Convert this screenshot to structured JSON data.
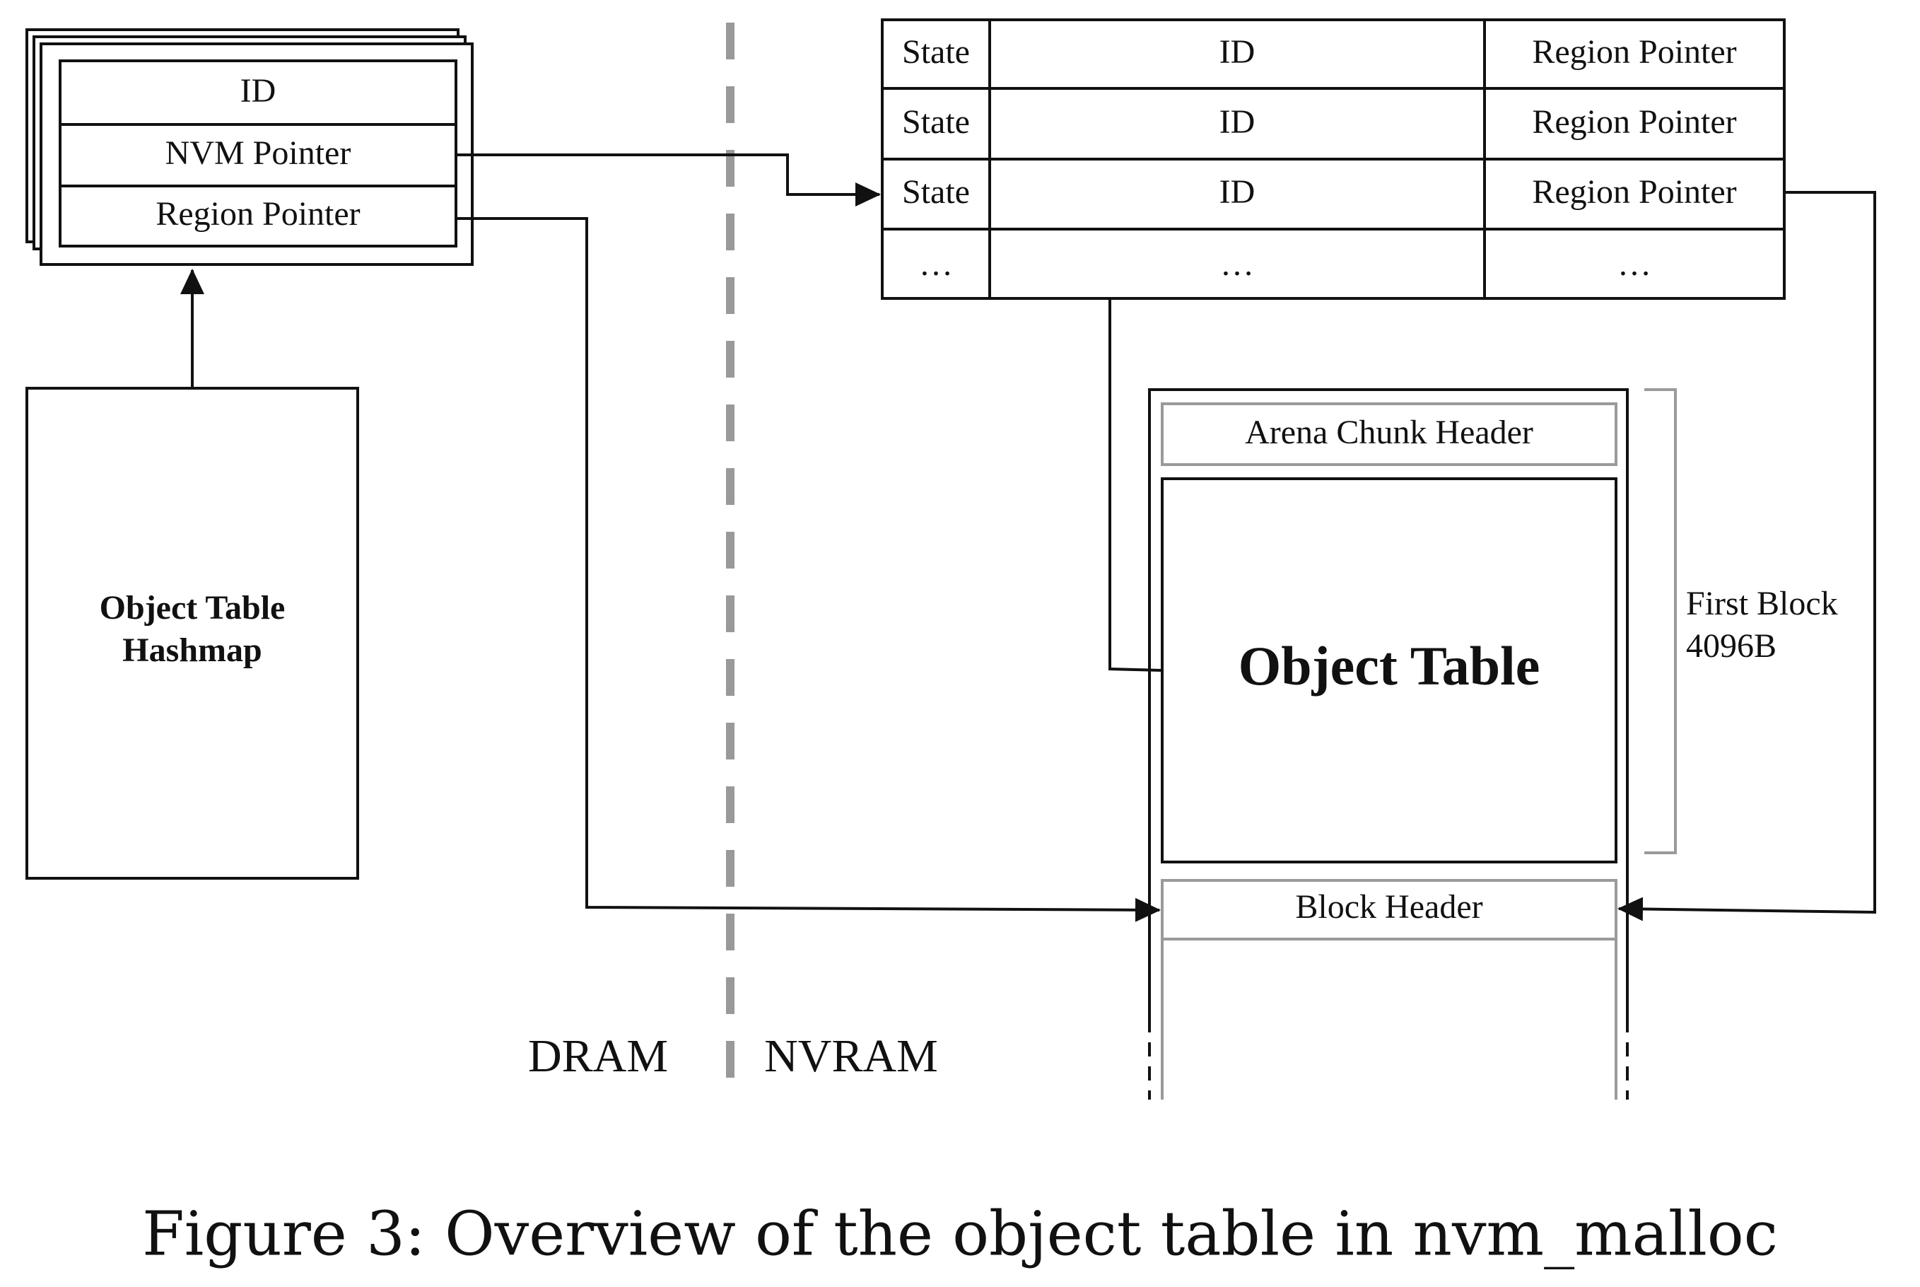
{
  "hashmap_entry": {
    "fields": [
      "ID",
      "NVM Pointer",
      "Region Pointer"
    ]
  },
  "hashmap": {
    "label_line1": "Object Table",
    "label_line2": "Hashmap"
  },
  "object_table_rows": {
    "rows": [
      [
        "State",
        "ID",
        "Region Pointer"
      ],
      [
        "State",
        "ID",
        "Region Pointer"
      ],
      [
        "State",
        "ID",
        "Region Pointer"
      ],
      [
        "…",
        "…",
        "…"
      ]
    ]
  },
  "arena": {
    "chunk_header": "Arena Chunk Header",
    "object_table": "Object Table",
    "block_header": "Block Header",
    "first_block_line1": "First Block",
    "first_block_line2": "4096B"
  },
  "regions": {
    "dram": "DRAM",
    "nvram": "NVRAM"
  },
  "caption": "Figure 3: Overview of the object table in nvm_malloc",
  "colors": {
    "line": "#111111",
    "gray_line": "#9a9a9a",
    "divider": "#999999"
  }
}
